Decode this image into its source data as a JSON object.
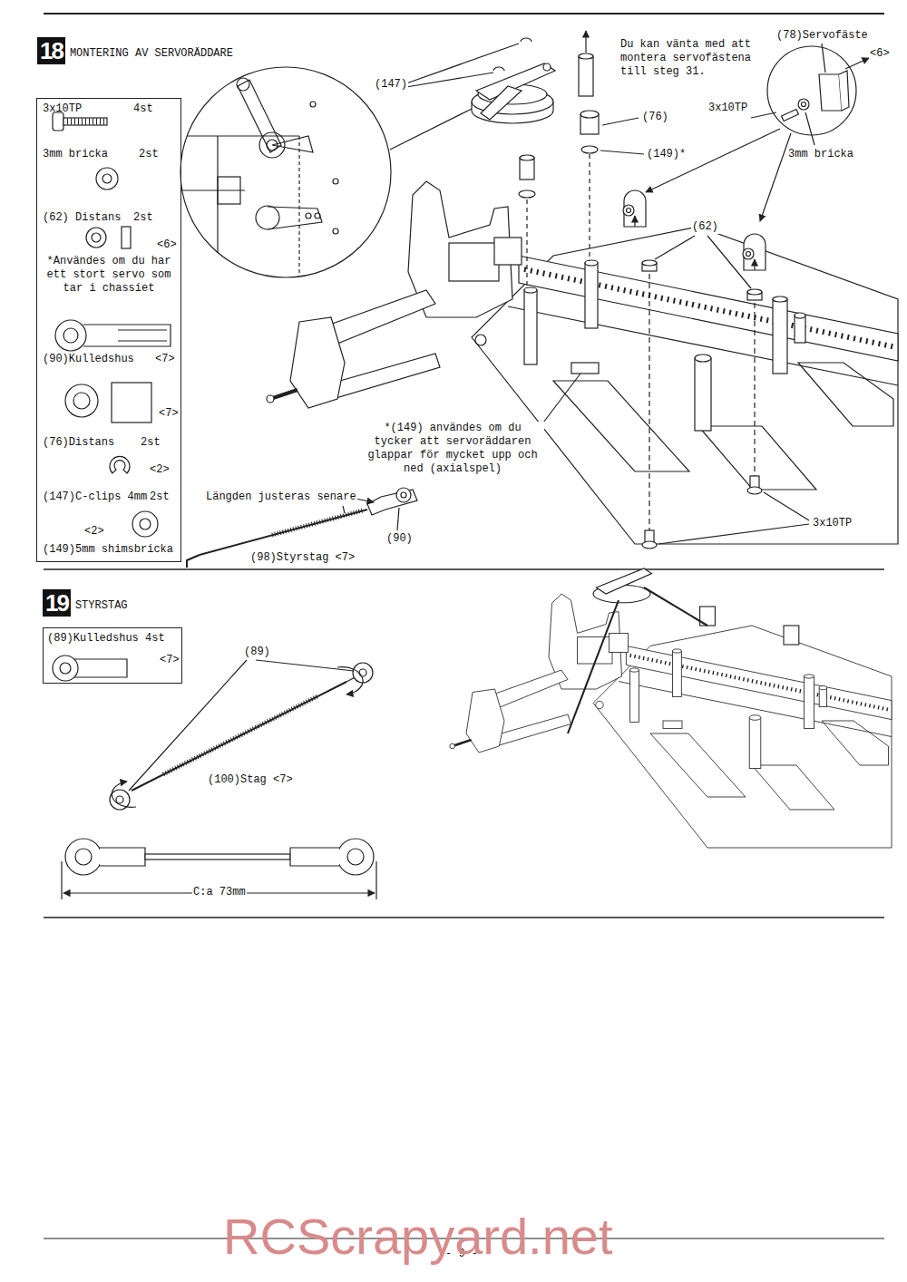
{
  "diagram": {
    "nodes": [
      {
        "text": [
          "18",
          "MONTERING AV SERVORÄDDARE"
        ]
      },
      {
        "text": [
          "3x10TP",
          "4st",
          "3mm bricka",
          "2st",
          "(62) Distans",
          "2st",
          "<6>",
          "*Användes om du har ett stort servo som tar i chassiet",
          "(90)Kulledshus",
          "<7>",
          "<7>",
          "(76)Distans",
          "2st",
          "<2>",
          "(147)C-clips 4mm",
          "2st",
          "<2>",
          "(149)5mm shimsbricka"
        ]
      },
      {
        "text": [
          "19",
          "STYRSTAG"
        ]
      },
      {
        "text": [
          "(89)Kulledshus 4st",
          "<7>"
        ]
      }
    ],
    "labels": [
      "(147)",
      "Du kan vänta med att montera servofästena till steg 31.",
      "(78)Servofäste",
      "<6>",
      "3x10TP",
      "3mm bricka",
      "(76)",
      "(149)*",
      "(62)",
      "*(149) användes om du tycker att servoräddaren glappar för mycket upp och ned (axialspel)",
      "Längden justeras senare",
      "(90)",
      "(98)Styrstag <7>",
      "3x10TP",
      "(89)",
      "(100)Stag <7>",
      "C:a 73mm",
      "- 9 -",
      "RCScrapyard.net"
    ]
  }
}
